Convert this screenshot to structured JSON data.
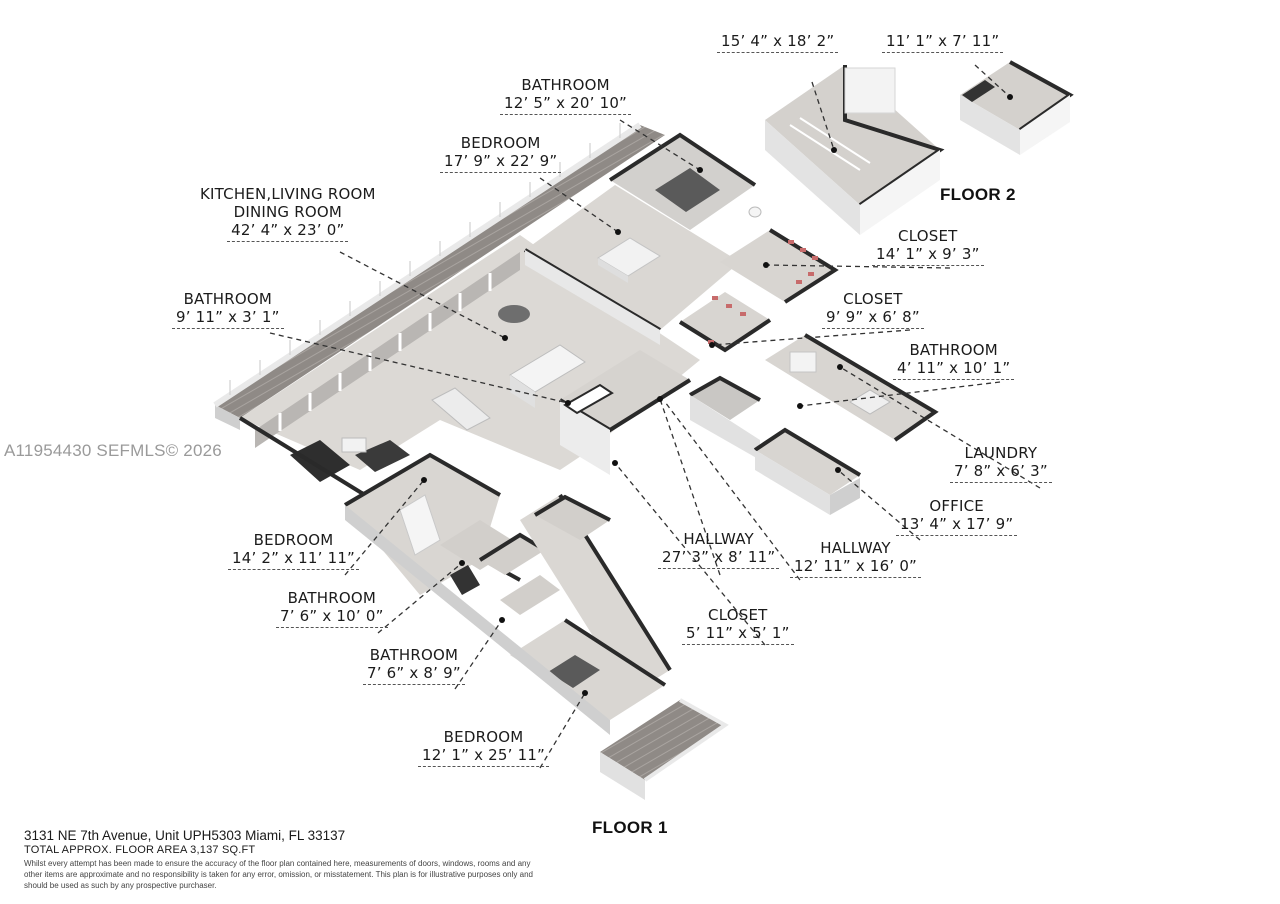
{
  "watermark": "A11954430  SEFMLS© 2026",
  "floors": {
    "floor1_title": "FLOOR 1",
    "floor2_title": "FLOOR 2"
  },
  "rooms": {
    "bathroom_primary": {
      "name": "BATHROOM",
      "dims": "12’ 5” x 20’ 10”"
    },
    "bedroom_primary": {
      "name": "BEDROOM",
      "dims": "17’ 9” x 22’ 9”"
    },
    "kitchen_living": {
      "name": "KITCHEN,LIVING ROOM",
      "name2": "DINING ROOM",
      "dims": "42’ 4” x 23’ 0”"
    },
    "bathroom_half": {
      "name": "BATHROOM",
      "dims": "9’ 11” x 3’ 1”"
    },
    "closet_large": {
      "name": "CLOSET",
      "dims": "14’ 1” x 9’ 3”"
    },
    "closet_medium": {
      "name": "CLOSET",
      "dims": "9’ 9” x 6’ 8”"
    },
    "bathroom_small": {
      "name": "BATHROOM",
      "dims": "4’ 11” x 10’ 1”"
    },
    "laundry": {
      "name": "LAUNDRY",
      "dims": "7’ 8” x 6’ 3”"
    },
    "office": {
      "name": "OFFICE",
      "dims": "13’ 4” x 17’ 9”"
    },
    "hallway_1": {
      "name": "HALLWAY",
      "dims": "27’ 3” x 8’ 11”"
    },
    "hallway_2": {
      "name": "HALLWAY",
      "dims": "12’ 11” x 16’ 0”"
    },
    "bedroom_2": {
      "name": "BEDROOM",
      "dims": "14’ 2” x 11’ 11”"
    },
    "bathroom_2": {
      "name": "BATHROOM",
      "dims": "7’ 6” x 10’ 0”"
    },
    "bathroom_3": {
      "name": "BATHROOM",
      "dims": "7’ 6” x 8’ 9”"
    },
    "closet_small": {
      "name": "CLOSET",
      "dims": "5’ 11” x 5’ 1”"
    },
    "bedroom_3": {
      "name": "BEDROOM",
      "dims": "12’ 1” x 25’ 11”"
    },
    "floor2_room_a": {
      "dims": "15’ 4” x 18’ 2”"
    },
    "floor2_room_b": {
      "dims": "11’ 1” x 7’ 11”"
    }
  },
  "footer": {
    "address": "3131 NE 7th Avenue, Unit UPH5303 Miami, FL 33137",
    "total_area": "TOTAL APPROX. FLOOR AREA 3,137  SQ.FT",
    "disclaimer": "Whilst every attempt has been made to ensure the accuracy of the floor plan contained here, measurements of doors, windows, rooms and any other items are approximate and no responsibility is taken for any error, omission, or misstatement. This plan is for illustrative purposes only and should be used as such by any prospective purchaser."
  },
  "colors": {
    "floor": "#d8d5d1",
    "wall_top": "#2a2a2a",
    "wall_side": "#e6e6e6",
    "deck": "#8f8a86",
    "label_text": "#1b1b1b",
    "watermark": "#9a9a9a"
  }
}
